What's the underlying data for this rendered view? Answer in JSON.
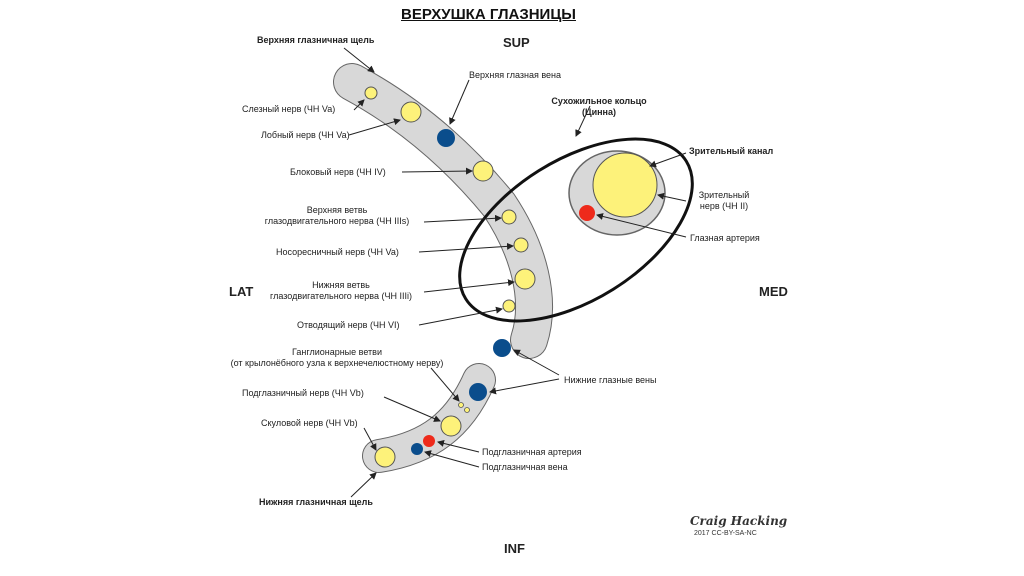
{
  "title": "ВЕРХУШКА ГЛАЗНИЦЫ",
  "directions": {
    "sup": "SUP",
    "inf": "INF",
    "lat": "LAT",
    "med": "MED"
  },
  "labels": {
    "sof": "Верхняя глазничная щель",
    "sov": "Верхняя глазная вена",
    "lacrimal": "Слезный нерв (ЧН Va)",
    "frontal": "Лобный нерв (ЧН Va)",
    "trochlear": "Блоковый нерв (ЧН IV)",
    "sup_branch_1": "Верхняя ветвь",
    "sup_branch_2": "глазодвигательного нерва (ЧН IIIs)",
    "nasociliary": "Носоресничный нерв (ЧН Va)",
    "inf_branch_1": "Нижняя ветвь",
    "inf_branch_2": "глазодвигательного нерва (ЧН IIIi)",
    "abducens": "Отводящий нерв (ЧН VI)",
    "ganglionic_1": "Ганглионарные ветви",
    "ganglionic_2": "(от крылонёбного узла к верхнечелюстному нерву)",
    "infraorbital_n": "Подглазничный нерв (ЧН Vb)",
    "zygomatic": "Скуловой нерв (ЧН Vb)",
    "iof": "Нижняя глазничная щель",
    "ring_1": "Сухожильное кольцо",
    "ring_2": "(Цинна)",
    "optic_canal": "Зрительный канал",
    "optic_nerve_1": "Зрительный",
    "optic_nerve_2": "нерв (ЧН II)",
    "ophthalmic_a": "Глазная артерия",
    "inf_veins": "Нижние глазные вены",
    "infraorbital_a": "Подглазничная артерия",
    "infraorbital_v": "Подглазничная вена"
  },
  "signature": "Craig Hacking",
  "license": "2017 CC-BY-SA-NC",
  "colors": {
    "nerve": "#fdf27a",
    "vein": "#0a4d8c",
    "artery": "#ee2a1b",
    "fissure": "#d8d8d8"
  }
}
